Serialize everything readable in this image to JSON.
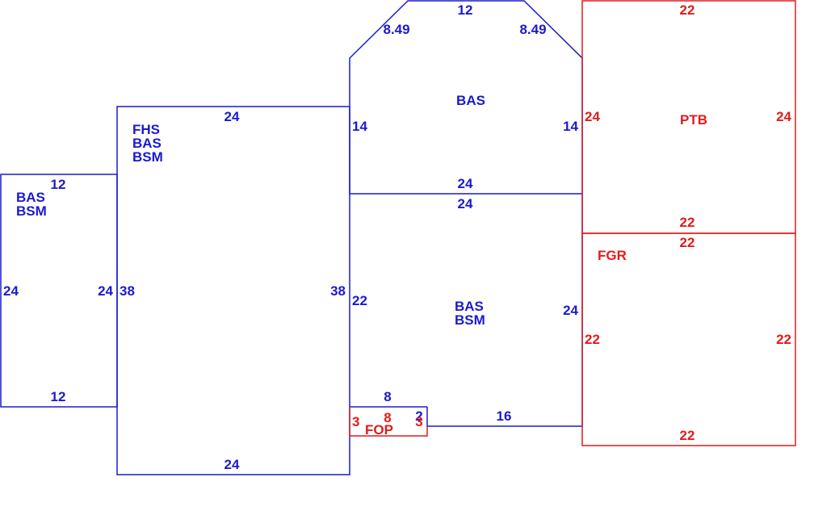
{
  "colors": {
    "main_area": "#1a1ad0",
    "attached_area": "#e01c1c",
    "background": "#ffffff"
  },
  "areas": {
    "left_wing": {
      "codes": [
        "BAS",
        "BSM"
      ],
      "dims": {
        "top": "12",
        "bottom": "12",
        "left": "24",
        "right": "24"
      }
    },
    "center_block": {
      "codes": [
        "FHS",
        "BAS",
        "BSM"
      ],
      "dims": {
        "top": "24",
        "bottom": "24",
        "left": "38",
        "right": "38"
      }
    },
    "upper_room": {
      "codes": [
        "BAS"
      ],
      "dims": {
        "top": "12",
        "diag_left": "8.49",
        "diag_right": "8.49",
        "left": "14",
        "right": "14",
        "bottom": "24"
      }
    },
    "lower_room": {
      "codes": [
        "BAS",
        "BSM"
      ],
      "dims": {
        "top": "24",
        "left": "22",
        "right": "24",
        "bottom": "16"
      }
    },
    "porch": {
      "codes": [
        "FOP"
      ],
      "dims": {
        "top": "8",
        "left": "3",
        "inner_bottom": "8",
        "right_outer": "2",
        "right_inner": "3"
      }
    },
    "patio": {
      "codes": [
        "PTB"
      ],
      "dims": {
        "top": "22",
        "bottom": "22",
        "left": "24",
        "right": "24"
      }
    },
    "garage": {
      "codes": [
        "FGR"
      ],
      "dims": {
        "top": "22",
        "bottom": "22",
        "left": "22",
        "right": "22"
      }
    }
  }
}
